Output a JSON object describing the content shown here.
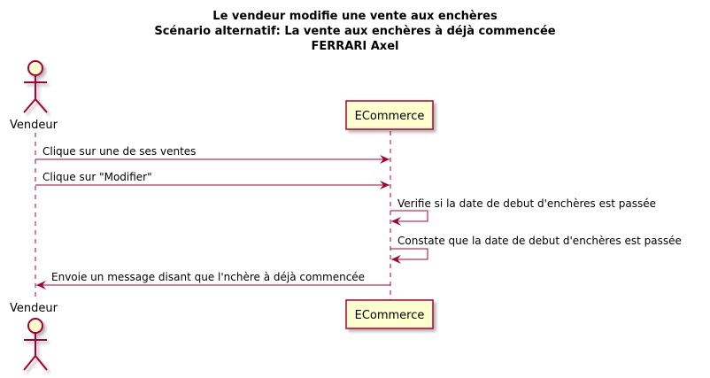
{
  "title_lines": [
    "Le vendeur modifie une vente aux enchères",
    "Scénario alternatif: La vente aux enchères à déjà commencée",
    "FERRARI Axel"
  ],
  "participants": {
    "vendeur": {
      "label": "Vendeur",
      "kind": "actor"
    },
    "ecommerce": {
      "label": "ECommerce",
      "kind": "participant"
    }
  },
  "messages": [
    {
      "from": "vendeur",
      "to": "ecommerce",
      "text": "Clique sur une de ses ventes"
    },
    {
      "from": "vendeur",
      "to": "ecommerce",
      "text": "Clique sur \"Modifier\""
    },
    {
      "from": "ecommerce",
      "to": "ecommerce",
      "text": "Verifie si la date de debut d'enchères est passée"
    },
    {
      "from": "ecommerce",
      "to": "ecommerce",
      "text": "Constate que la date de debut d'enchères est passée"
    },
    {
      "from": "ecommerce",
      "to": "vendeur",
      "text": "Envoie un message disant que l'nchère à déjà commencée"
    }
  ],
  "colors": {
    "line": "#A80036",
    "box_fill": "#FEFECE",
    "shadow": "#C9C9C9",
    "text": "#000000"
  }
}
